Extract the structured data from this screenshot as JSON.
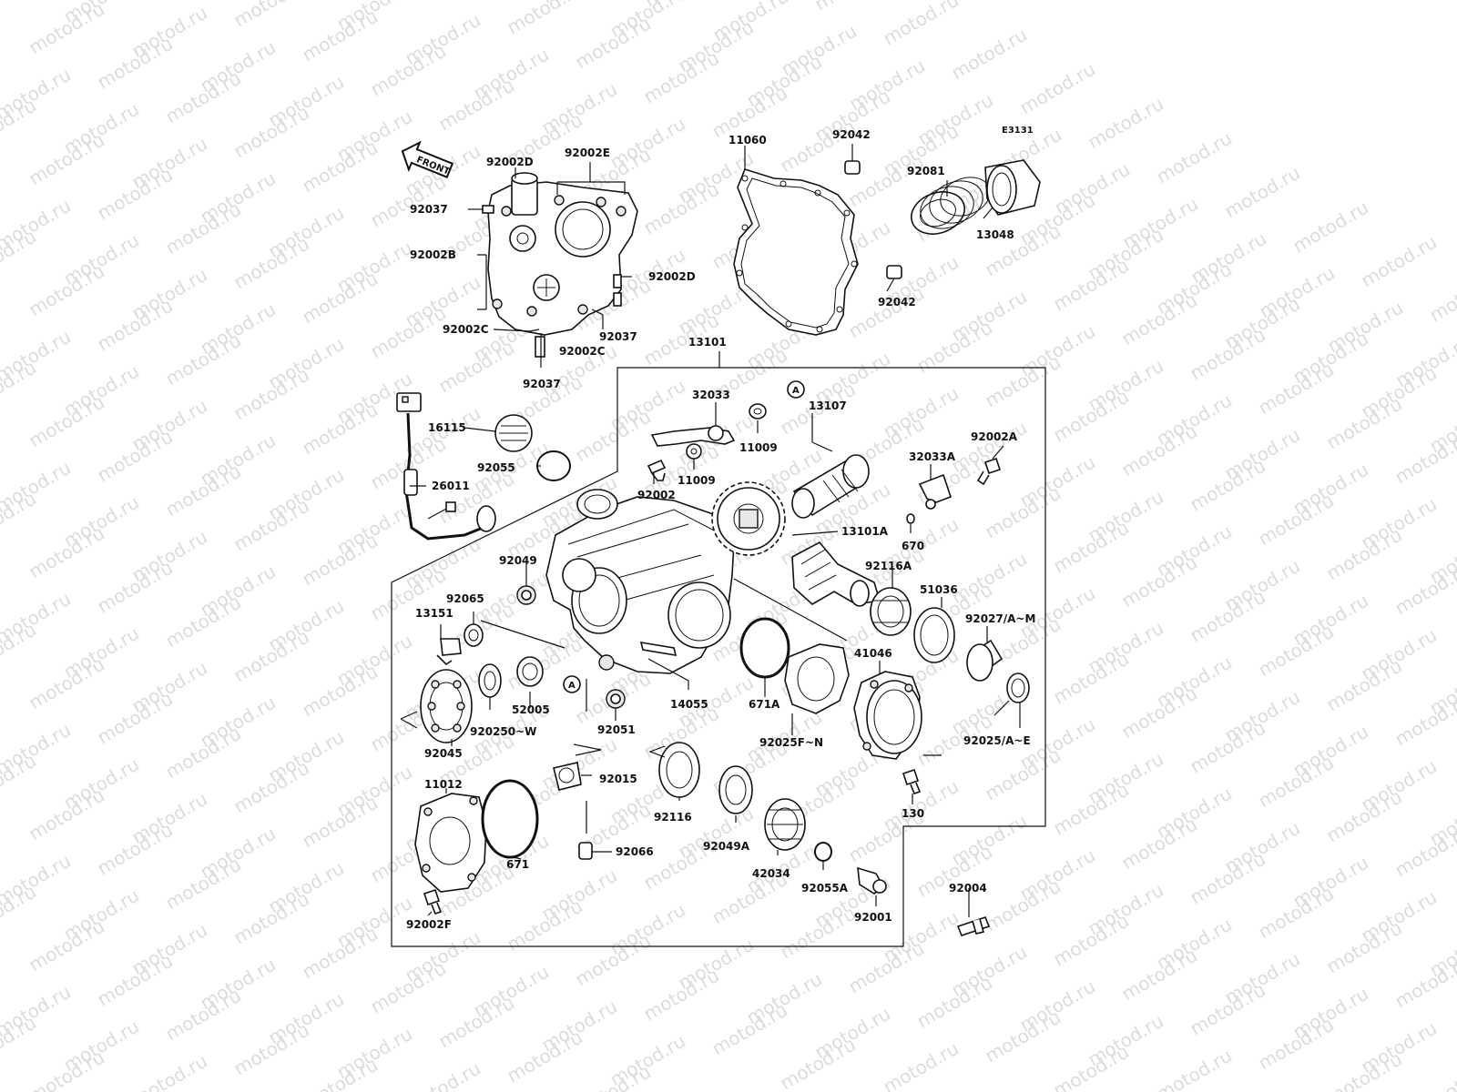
{
  "watermark": "motod.ru",
  "diagram_code": "E3131",
  "front_label": "FRONT",
  "circle_marker": "A",
  "labels": {
    "p92002D_a": "92002D",
    "p92002E": "92002E",
    "p92037_a": "92037",
    "p92002B": "92002B",
    "p92002D_b": "92002D",
    "p92002C_a": "92002C",
    "p92037_b": "92037",
    "p92002C_b": "92002C",
    "p92037_c": "92037",
    "p11060": "11060",
    "p92042_a": "92042",
    "p92081": "92081",
    "p13048": "13048",
    "p92042_b": "92042",
    "p13101": "13101",
    "p32033": "32033",
    "p11009_a": "11009",
    "p11009_b": "11009",
    "p13107": "13107",
    "p92002A": "92002A",
    "p32033A": "32033A",
    "p16115": "16115",
    "p92055": "92055",
    "p26011": "26011",
    "p92002": "92002",
    "p13101A": "13101A",
    "p670": "670",
    "p92049": "92049",
    "p92116A": "92116A",
    "p51036": "51036",
    "p92027": "92027/A~M",
    "p92065": "92065",
    "p13151": "13151",
    "p41046": "41046",
    "p52005": "52005",
    "p14055": "14055",
    "p671A": "671A",
    "p92050": "920250~W",
    "p92051": "92051",
    "p92045": "92045",
    "p92025FN": "92025F~N",
    "p92025AE": "92025/A~E",
    "p92015": "92015",
    "p11012": "11012",
    "p130": "130",
    "p92116": "92116",
    "p671": "671",
    "p92066": "92066",
    "p92049A": "92049A",
    "p42034": "42034",
    "p92055A": "92055A",
    "p92004": "92004",
    "p92001": "92001",
    "p92002F": "92002F"
  }
}
